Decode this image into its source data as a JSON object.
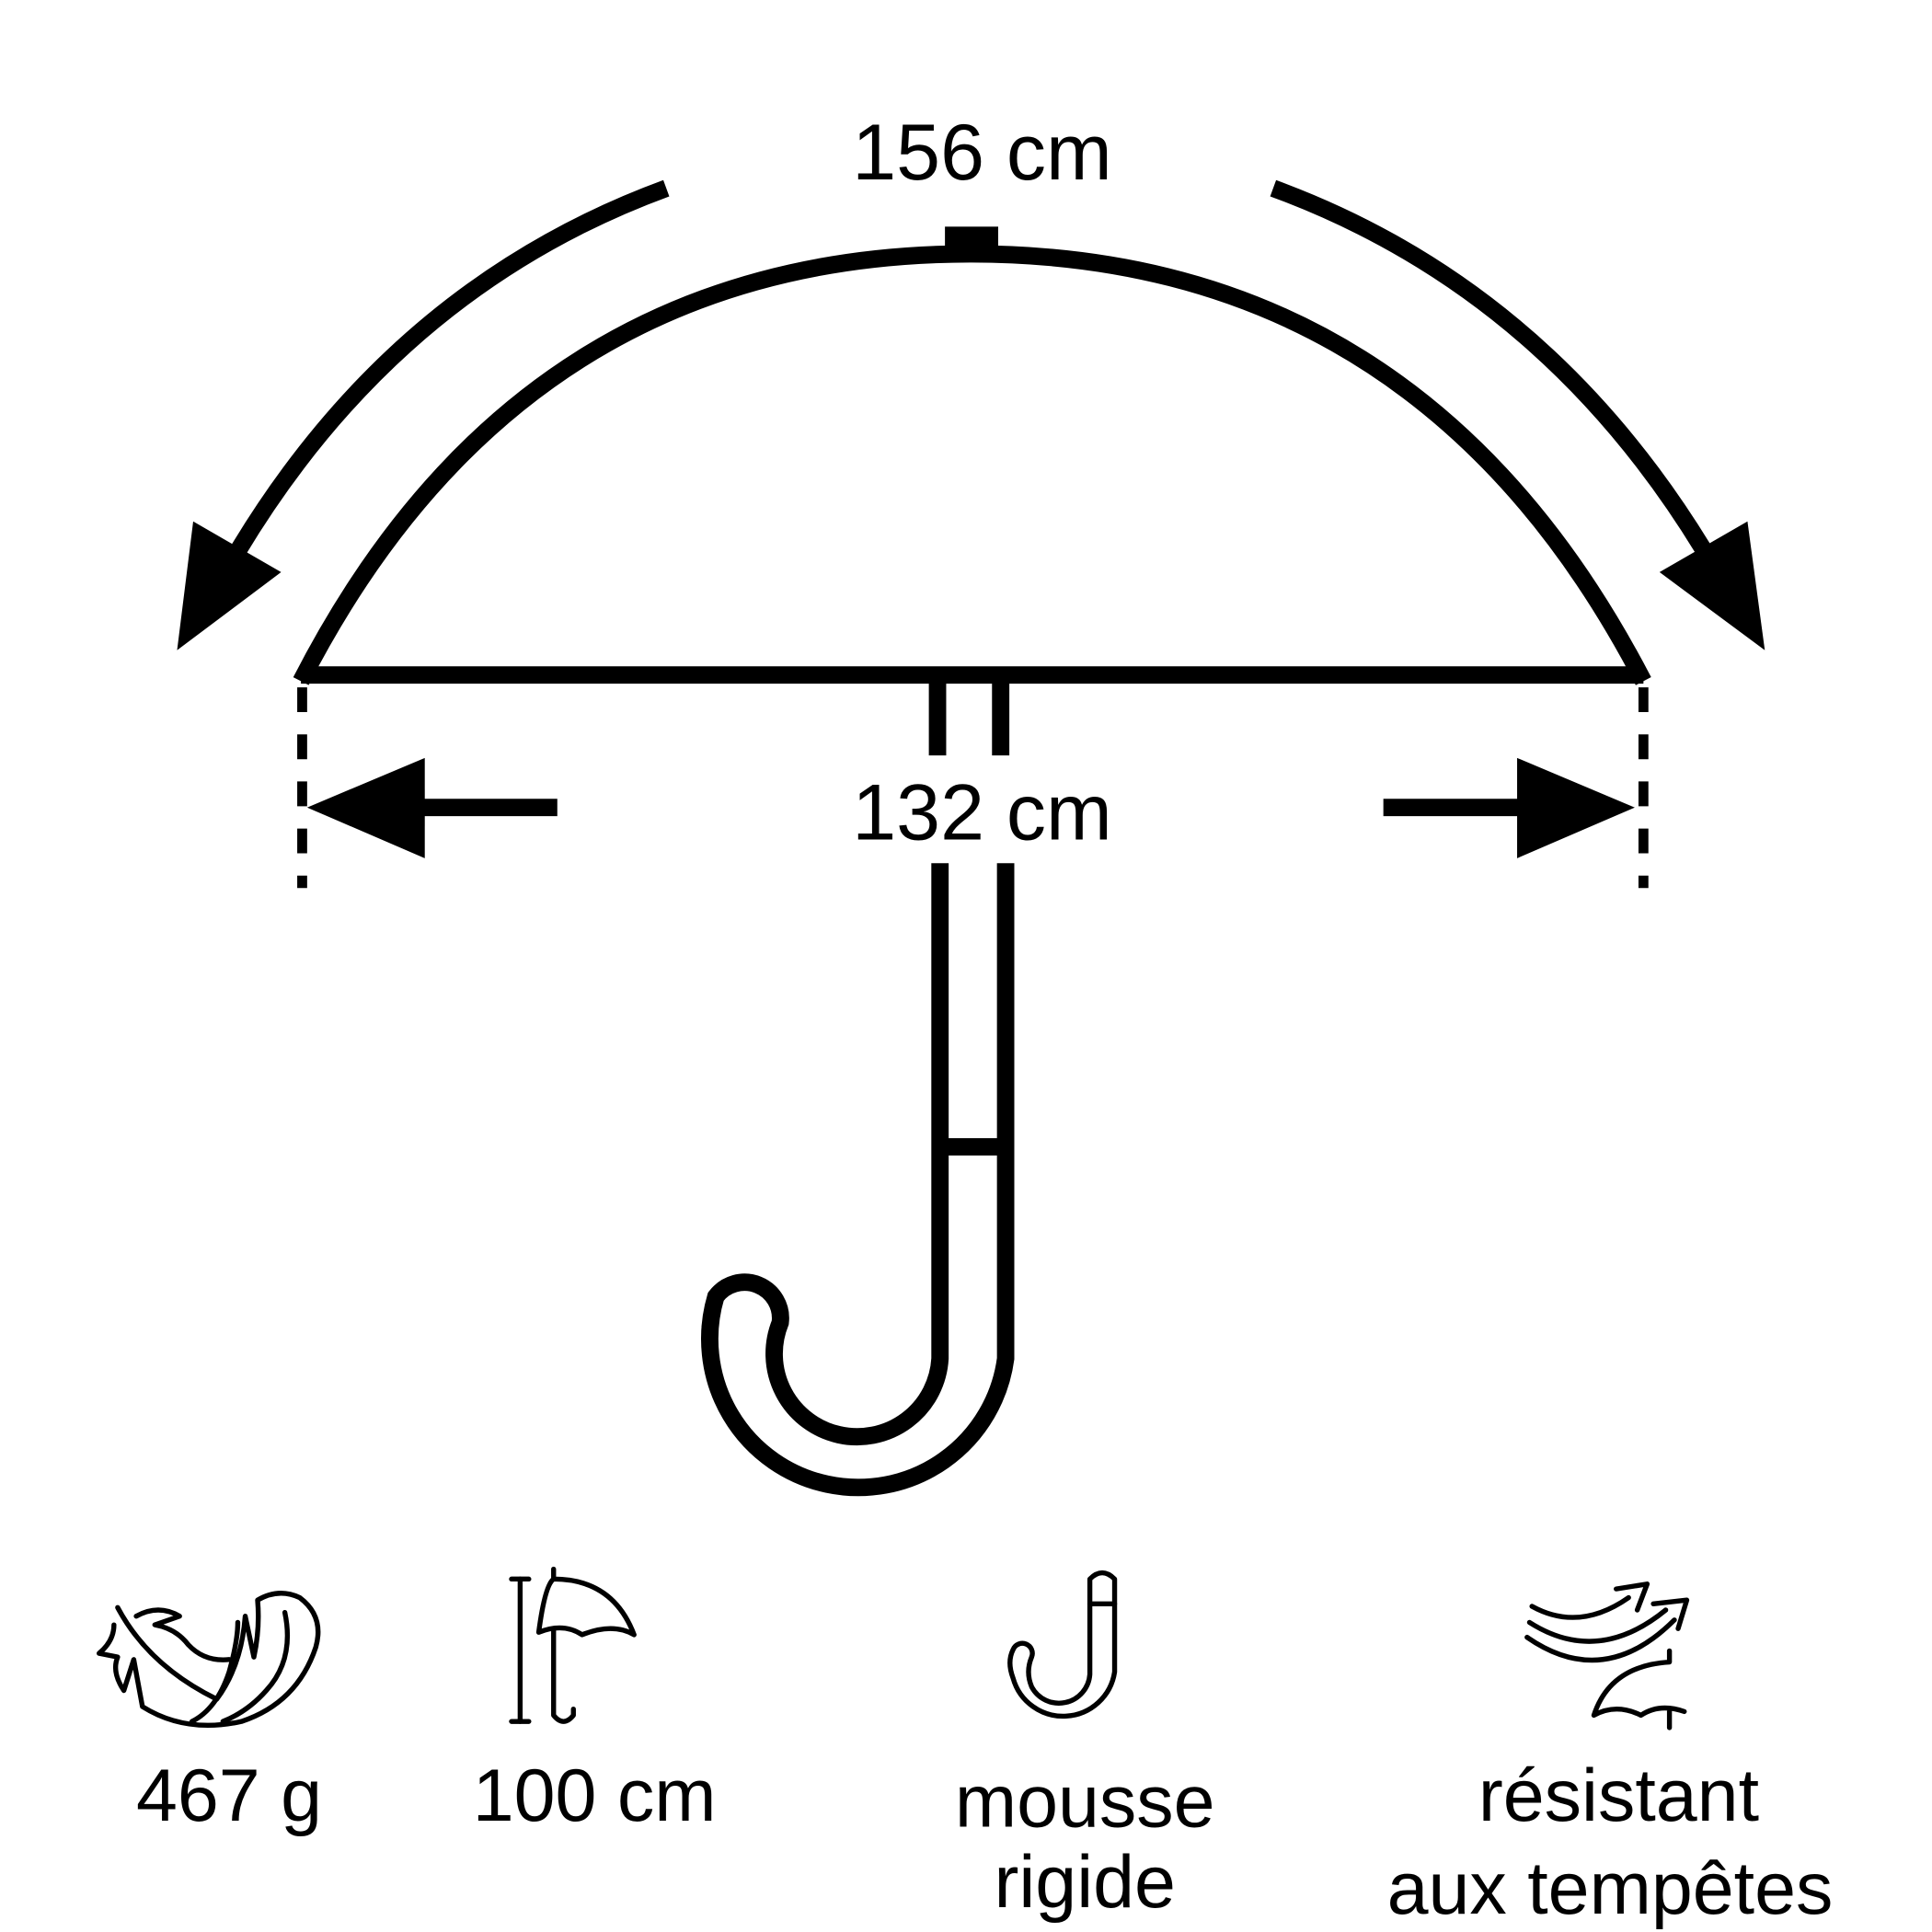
{
  "dimensions": {
    "canopy_arc_label": "156 cm",
    "diameter_label": "132 cm"
  },
  "features": [
    {
      "icon": "feather-weight-icon",
      "label": "467 g"
    },
    {
      "icon": "closed-length-icon",
      "label": "100 cm"
    },
    {
      "icon": "hook-handle-icon",
      "label_lines": [
        "mousse",
        "rigide"
      ]
    },
    {
      "icon": "storm-wind-icon",
      "label_lines": [
        "résistant",
        "aux tempêtes"
      ]
    }
  ],
  "colors": {
    "ink": "#000000",
    "background": "#ffffff"
  }
}
